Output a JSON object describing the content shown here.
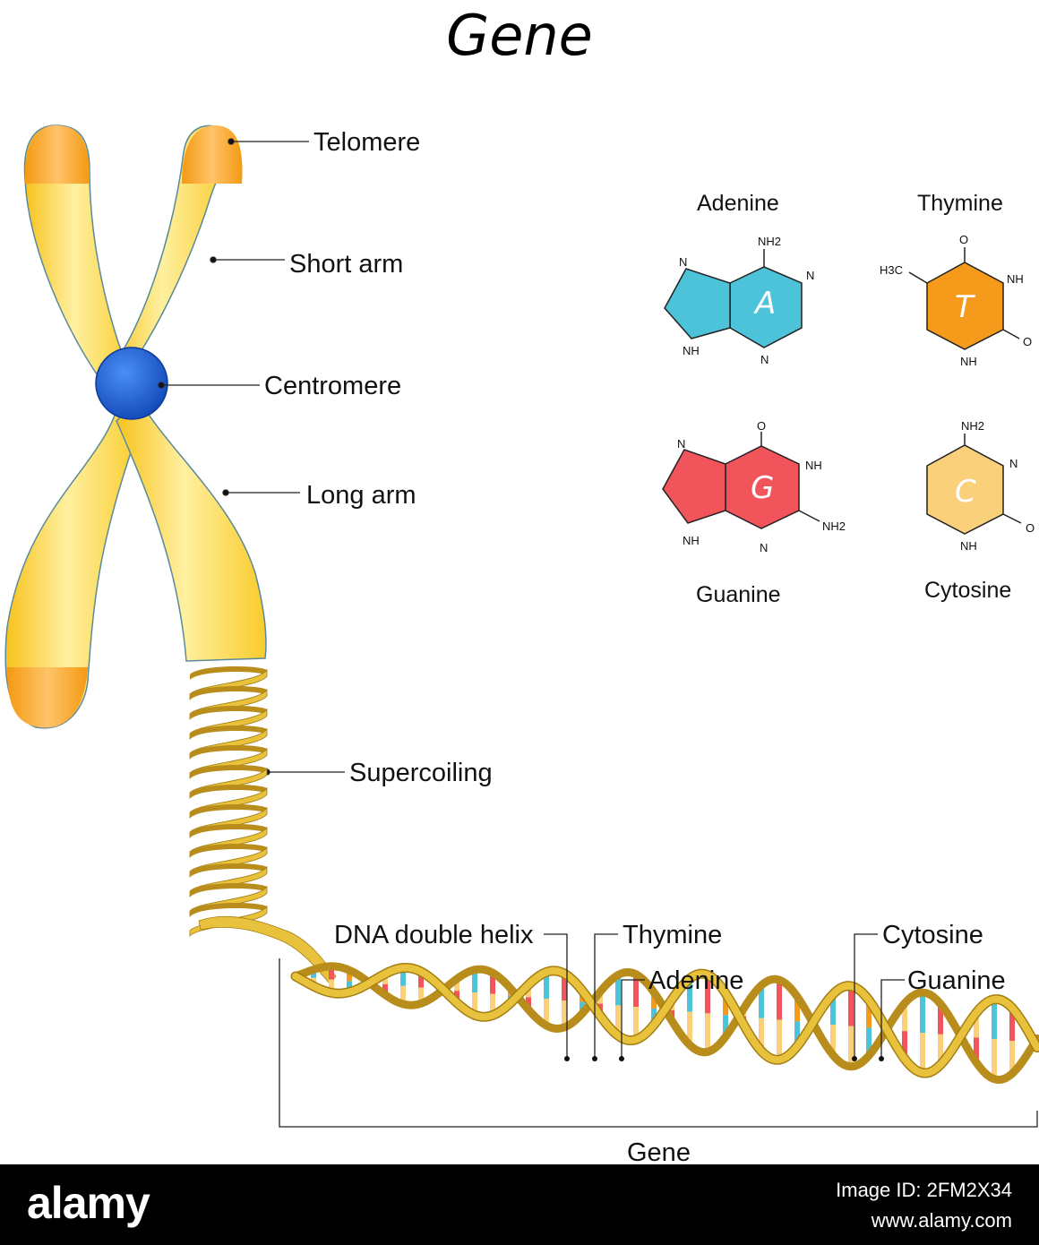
{
  "title": "Gene",
  "labels": {
    "telomere": "Telomere",
    "short_arm": "Short arm",
    "centromere": "Centromere",
    "long_arm": "Long arm",
    "supercoiling": "Supercoiling",
    "dna_double_helix": "DNA double helix",
    "thymine": "Thymine",
    "adenine": "Adenine",
    "cytosine": "Cytosine",
    "guanine": "Guanine",
    "gene": "Gene"
  },
  "bases": {
    "adenine": {
      "name": "Adenine",
      "letter": "A",
      "color": "#4cc3d9",
      "atoms": [
        "NH2",
        "N",
        "N",
        "NH",
        "N"
      ]
    },
    "thymine": {
      "name": "Thymine",
      "letter": "T",
      "color": "#f59a1b",
      "atoms": [
        "O",
        "H3C",
        "NH",
        "O",
        "NH"
      ]
    },
    "guanine": {
      "name": "Guanine",
      "letter": "G",
      "color": "#f2545b",
      "atoms": [
        "O",
        "N",
        "NH",
        "NH2",
        "NH",
        "N"
      ]
    },
    "cytosine": {
      "name": "Cytosine",
      "letter": "C",
      "color": "#fbd07a",
      "atoms": [
        "NH2",
        "N",
        "O",
        "NH"
      ]
    }
  },
  "colors": {
    "chromosome": "#fcd535",
    "chromosome_light": "#fff1a1",
    "telomere": "#f6a21e",
    "centromere": "#1f63d8",
    "strand": "#e8c23c",
    "strand_dark": "#b88d1c"
  },
  "footer": {
    "brand": "alamy",
    "image_id": "Image ID: 2FM2X34",
    "url": "www.alamy.com"
  }
}
